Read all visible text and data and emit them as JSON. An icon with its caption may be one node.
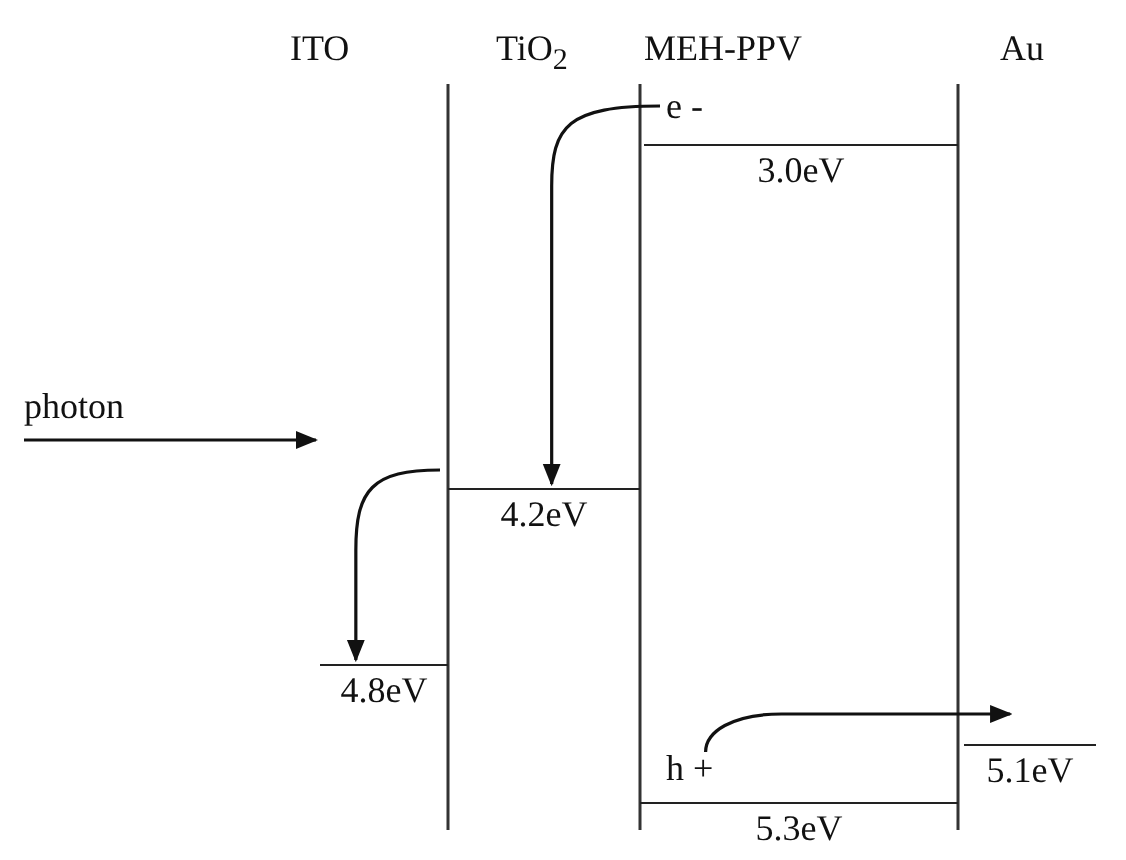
{
  "diagram": {
    "nodes": [
      {
        "text": [
          "e -"
        ]
      },
      {
        "text": [
          "3.0eV"
        ]
      },
      {
        "text": [
          "4.2eV"
        ]
      },
      {
        "text": [
          "4.8eV"
        ]
      },
      {
        "text": [
          "h +"
        ]
      },
      {
        "text": [
          "5.3eV"
        ]
      },
      {
        "text": [
          "5.1eV"
        ]
      },
      {
        "text": [
          "photon"
        ]
      }
    ],
    "edges": [
      {
        "from": 0,
        "to": 2,
        "arrow": "to"
      },
      {
        "from": 2,
        "to": 3,
        "arrow": "to"
      },
      {
        "from": 4,
        "to": 6,
        "arrow": "to"
      },
      {
        "from": 7,
        "to": null,
        "arrow": "to"
      }
    ],
    "labels": [
      "ITO",
      "TiO$_{2}$",
      "MEH-PPV",
      "Au"
    ]
  }
}
